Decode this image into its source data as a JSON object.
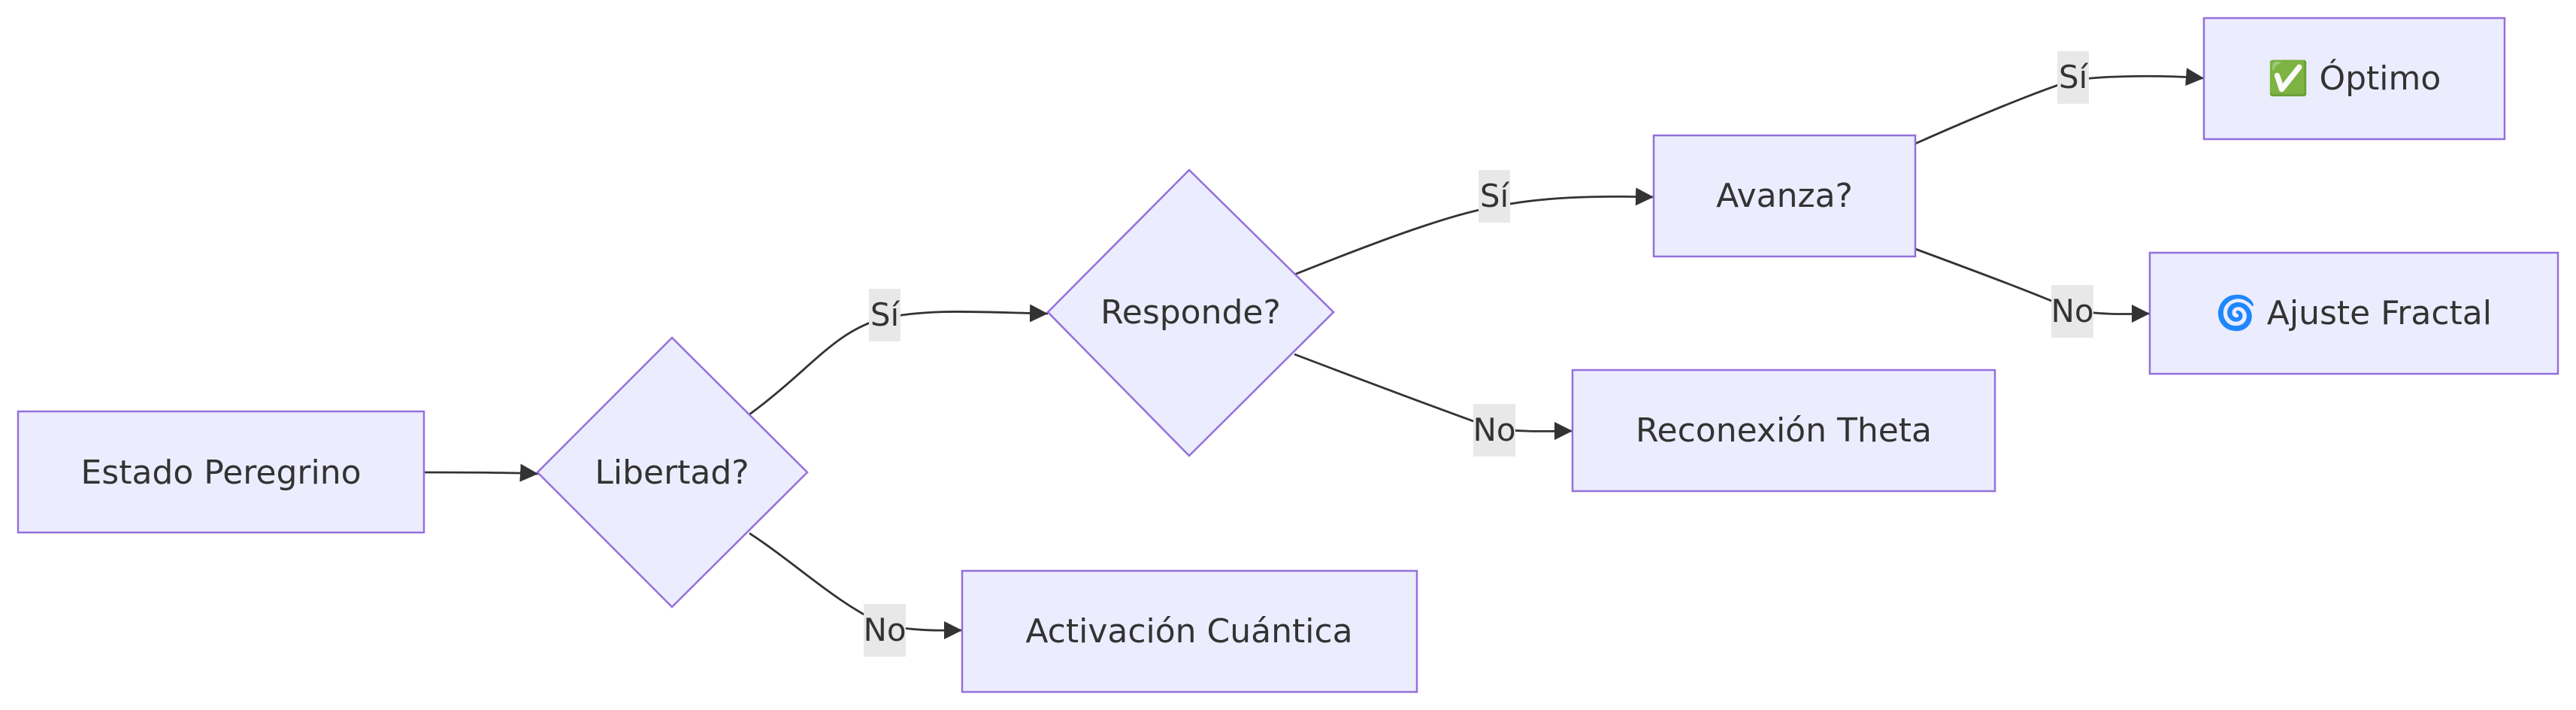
{
  "diagram": {
    "nodes": {
      "estado": "Estado Peregrino",
      "libertad": "Libertad?",
      "activacion": "Activación Cuántica",
      "responde": "Responde?",
      "reconexion": "Reconexión Theta",
      "avanza": "Avanza?",
      "optimo": "✅ Óptimo",
      "ajuste": "🌀 Ajuste Fractal"
    },
    "edges": {
      "libertad_si": "Sí",
      "libertad_no": "No",
      "responde_si": "Sí",
      "responde_no": "No",
      "avanza_si": "Sí",
      "avanza_no": "No"
    }
  },
  "colors": {
    "node_fill": "#ECECFF",
    "node_stroke": "#9370DB",
    "edge": "#333333",
    "label_bg": "#e8e8e8"
  }
}
